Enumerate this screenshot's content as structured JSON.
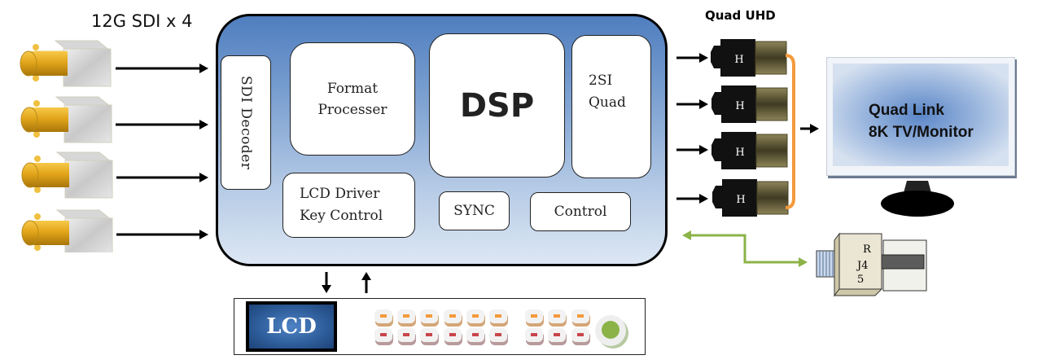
{
  "inputs": {
    "title": "12G SDI x 4",
    "connectors": [
      {
        "type": "BNC",
        "icon": "bnc-connector-icon"
      },
      {
        "type": "BNC",
        "icon": "bnc-connector-icon"
      },
      {
        "type": "BNC",
        "icon": "bnc-connector-icon"
      },
      {
        "type": "BNC",
        "icon": "bnc-connector-icon"
      }
    ]
  },
  "processor": {
    "blocks": {
      "sdi_decoder": "SDI Decoder",
      "format_processer_line1": "Format",
      "format_processer_line2": "Processer",
      "dsp": "DSP",
      "quad_2si_line1": "2SI",
      "quad_2si_line2": "Quad",
      "lcd_driver_line1": "LCD Driver",
      "lcd_driver_line2": "Key Control",
      "sync": "SYNC",
      "control": "Control"
    }
  },
  "front_panel": {
    "lcd_label": "LCD",
    "key_rows": [
      {
        "led_color": "#f39a3c",
        "count": 9
      },
      {
        "led_color": "#c8454a",
        "count": 9
      }
    ],
    "knob_color": "#8bb347"
  },
  "outputs": {
    "title": "Quad UHD",
    "connectors": [
      {
        "label": "H"
      },
      {
        "label": "H"
      },
      {
        "label": "H"
      },
      {
        "label": "H"
      }
    ],
    "bracket_color": "#f39a3c"
  },
  "monitor": {
    "line1": "Quad Link",
    "line2": "8K TV/Monitor"
  },
  "control_port": {
    "label_lines": [
      "R",
      "J4",
      "5"
    ],
    "link_color": "#8bb347"
  }
}
